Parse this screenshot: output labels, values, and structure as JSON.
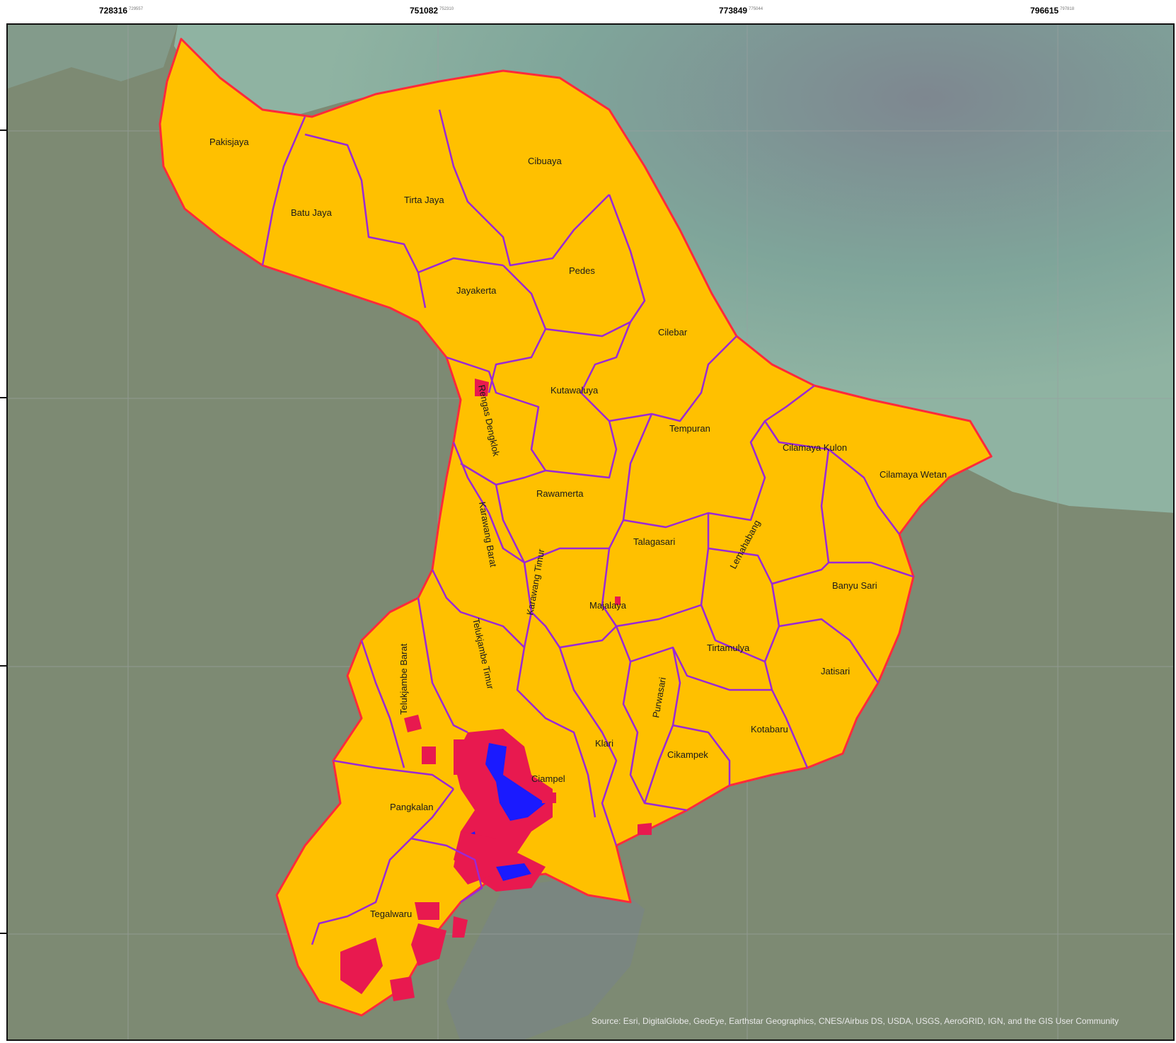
{
  "grid": {
    "x_labels": [
      {
        "value": "728316",
        "sup": "729557"
      },
      {
        "value": "751082",
        "sup": "752310"
      },
      {
        "value": "773849",
        "sup": "775044"
      },
      {
        "value": "796615",
        "sup": "797818"
      }
    ]
  },
  "districts": [
    "Pakisjaya",
    "Batu Jaya",
    "Tirta Jaya",
    "Cibuaya",
    "Pedes",
    "Jayakerta",
    "Cilebar",
    "Kutawaluya",
    "Rengas Dengklok",
    "Tempuran",
    "Cilamaya Kulon",
    "Cilamaya Wetan",
    "Rawamerta",
    "Karawang Barat",
    "Talagasari",
    "Lemahabang",
    "Karawang Timur",
    "Majalaya",
    "Banyu Sari",
    "Telukjambe Timur",
    "Tirtamulya",
    "Telukjambe Barat",
    "Jatisari",
    "Purwasari",
    "Klari",
    "Kotabaru",
    "Cikampek",
    "Ciampel",
    "Pangkalan",
    "Tegalwaru"
  ],
  "attribution": "Source: Esri, DigitalGlobe, GeoEye, Earthstar Geographics, CNES/Airbus DS, USDA, USGS, AeroGRID, IGN, and the GIS User Community",
  "colors": {
    "fill": "#ffc000",
    "outer_boundary": "#ff2a3a",
    "district_boundary": "#9a28d6",
    "hazard_high": "#e8194f",
    "hazard_water": "#1a1aff",
    "sea": "#8a9a9a",
    "land": "#7d8a73"
  }
}
